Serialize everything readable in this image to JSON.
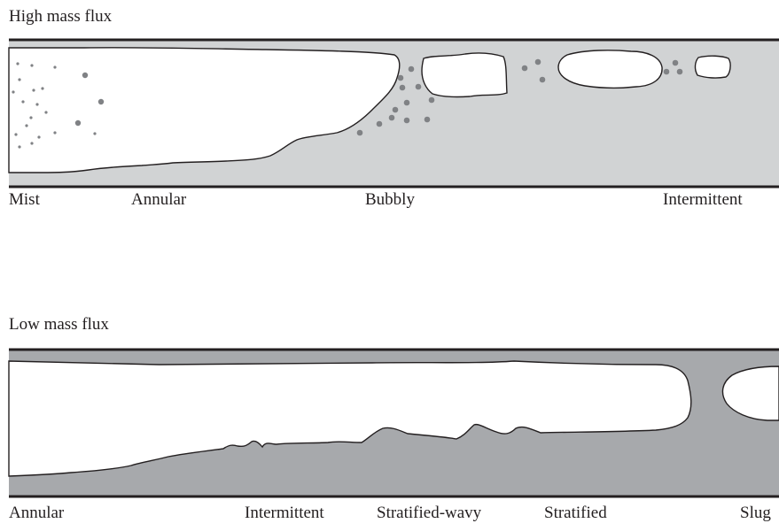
{
  "top": {
    "title": "High mass flux",
    "regimes": [
      "Mist",
      "Annular",
      "Bubbly",
      "Intermittent"
    ]
  },
  "bottom": {
    "title": "Low mass flux",
    "regimes": [
      "Annular",
      "Intermittent",
      "Stratified-wavy",
      "Stratified",
      "Slug"
    ]
  },
  "colors": {
    "liquid_top": "#d1d3d4",
    "liquid_bottom": "#a7a9ac",
    "gas": "#ffffff",
    "drop": "#808285",
    "line": "#231f20"
  }
}
